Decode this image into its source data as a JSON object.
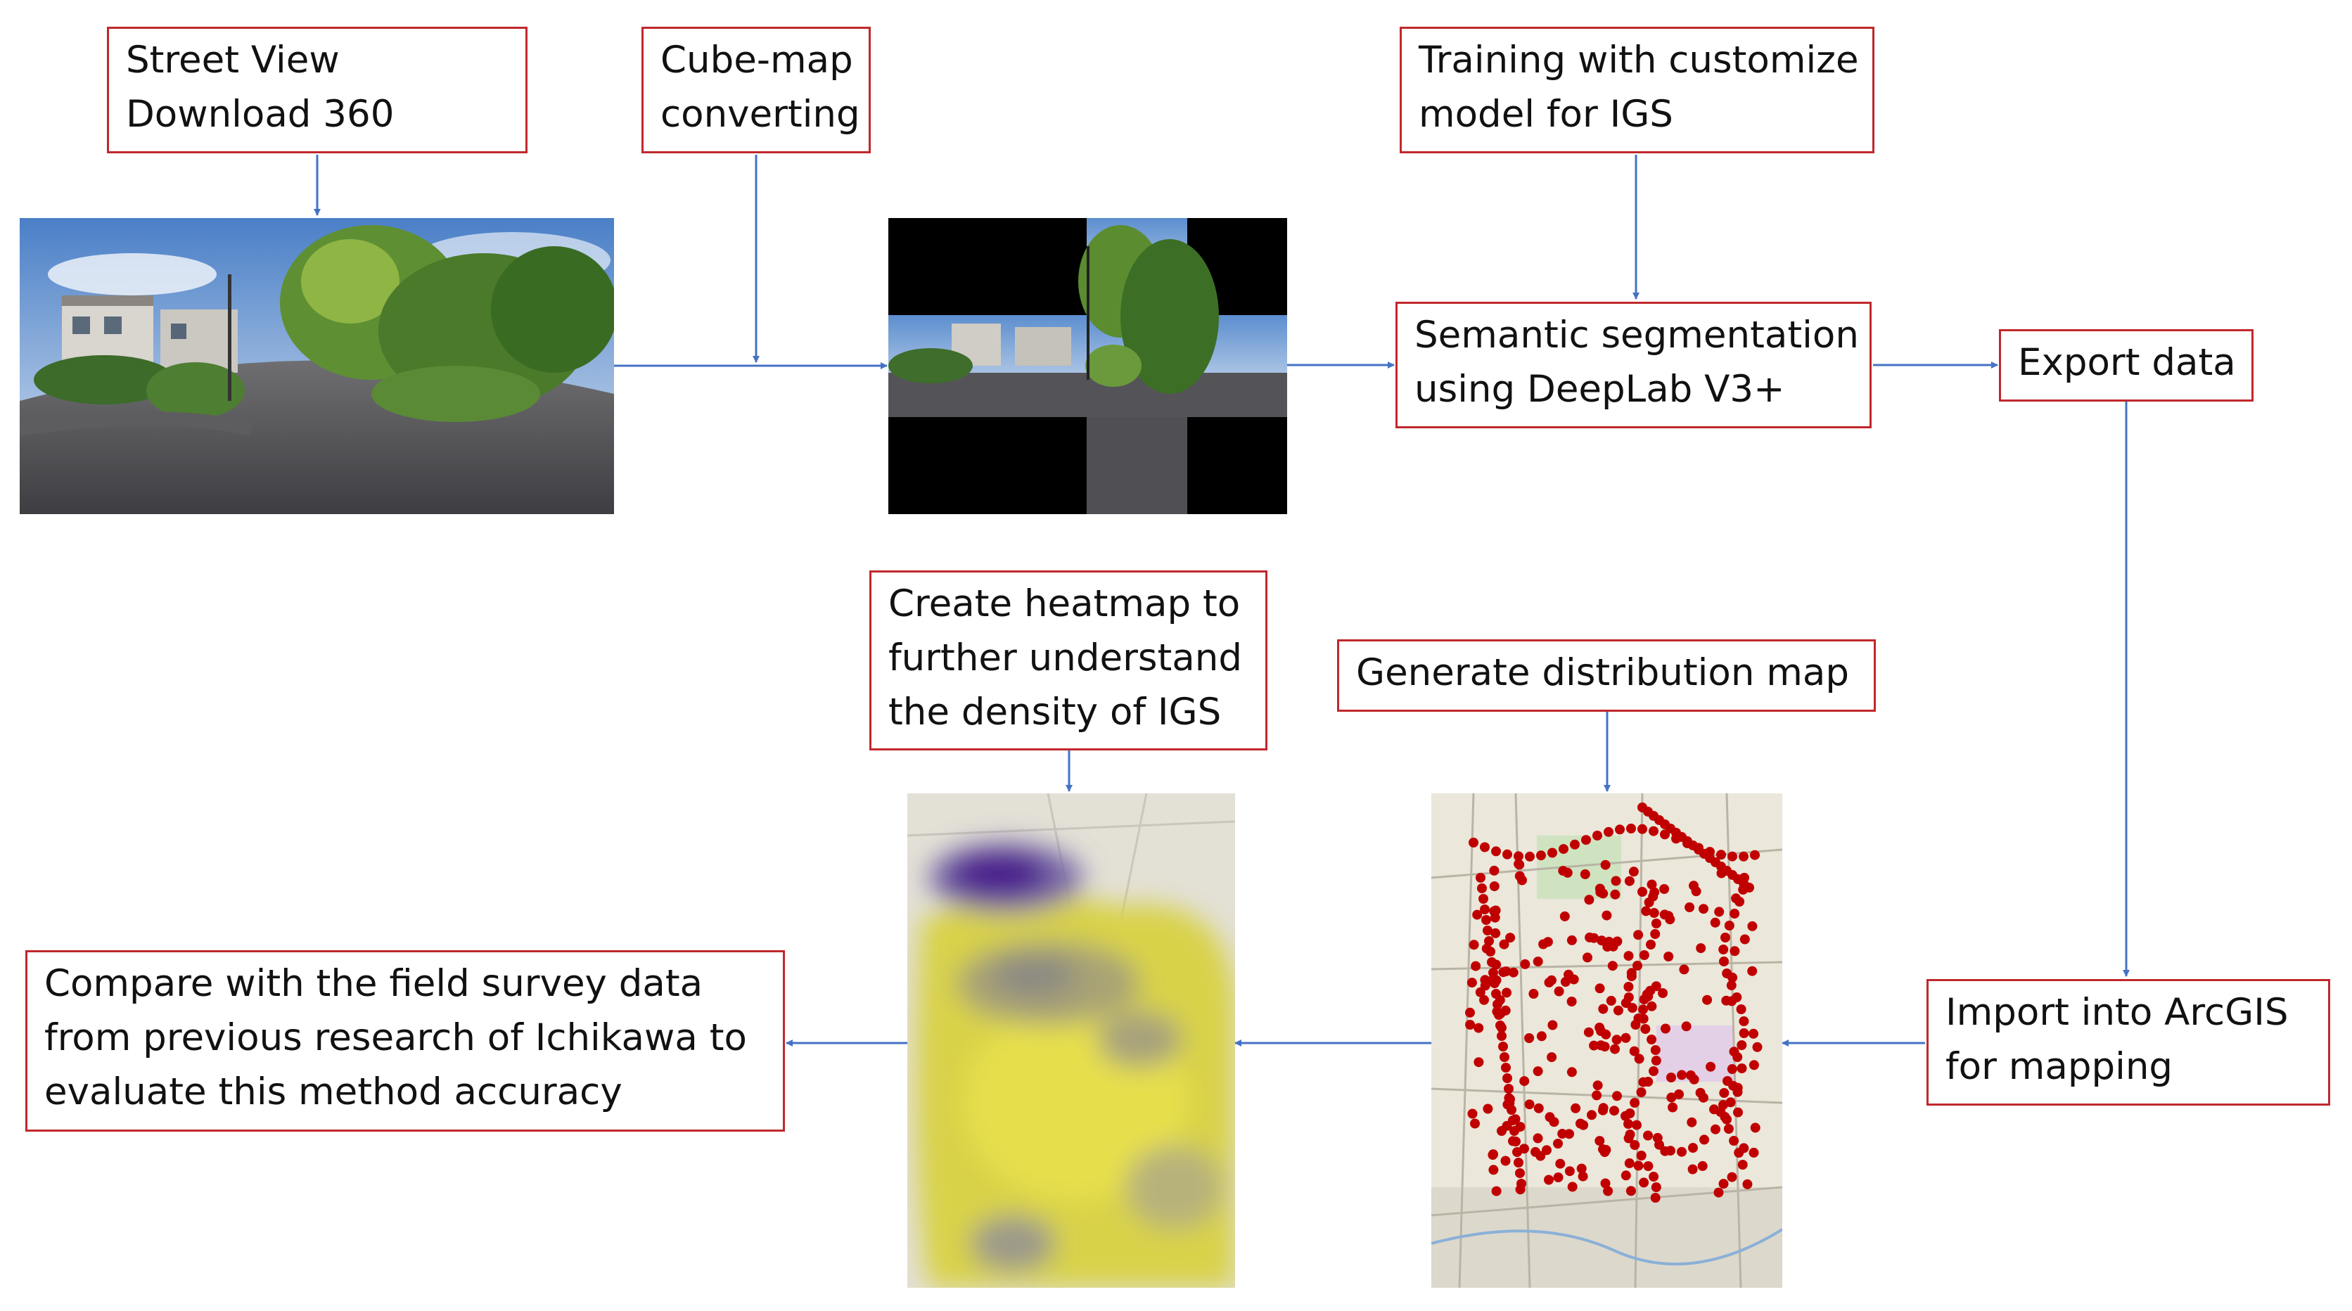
{
  "steps": {
    "street_view": {
      "lines": [
        "Street View",
        "Download 360"
      ]
    },
    "cube_map": {
      "lines": [
        "Cube-map",
        "converting"
      ]
    },
    "training": {
      "lines": [
        "Training with customize",
        "model for IGS"
      ]
    },
    "segmentation": {
      "lines": [
        "Semantic segmentation",
        "using DeepLab V3+"
      ]
    },
    "export": {
      "lines": [
        "Export data"
      ]
    },
    "import_arcgis": {
      "lines": [
        "Import into ArcGIS",
        "for mapping"
      ]
    },
    "distribution": {
      "lines": [
        "Generate distribution map"
      ]
    },
    "heatmap": {
      "lines": [
        "Create heatmap to",
        "further understand",
        "the density of IGS"
      ]
    },
    "compare": {
      "lines": [
        "Compare with the field survey data",
        "from previous research of Ichikawa to",
        "evaluate this method accuracy"
      ]
    }
  },
  "images": {
    "panorama": {
      "description_icon": "street-panorama-photo"
    },
    "cubemap": {
      "description_icon": "cubemap-face-photo"
    },
    "distribution_map": {
      "description_icon": "red-dot-distribution-map"
    },
    "heatmap_map": {
      "description_icon": "density-heatmap"
    }
  },
  "colors": {
    "box_border": "#c0282d",
    "connector": "#4472c4",
    "dot": "#c00000"
  }
}
